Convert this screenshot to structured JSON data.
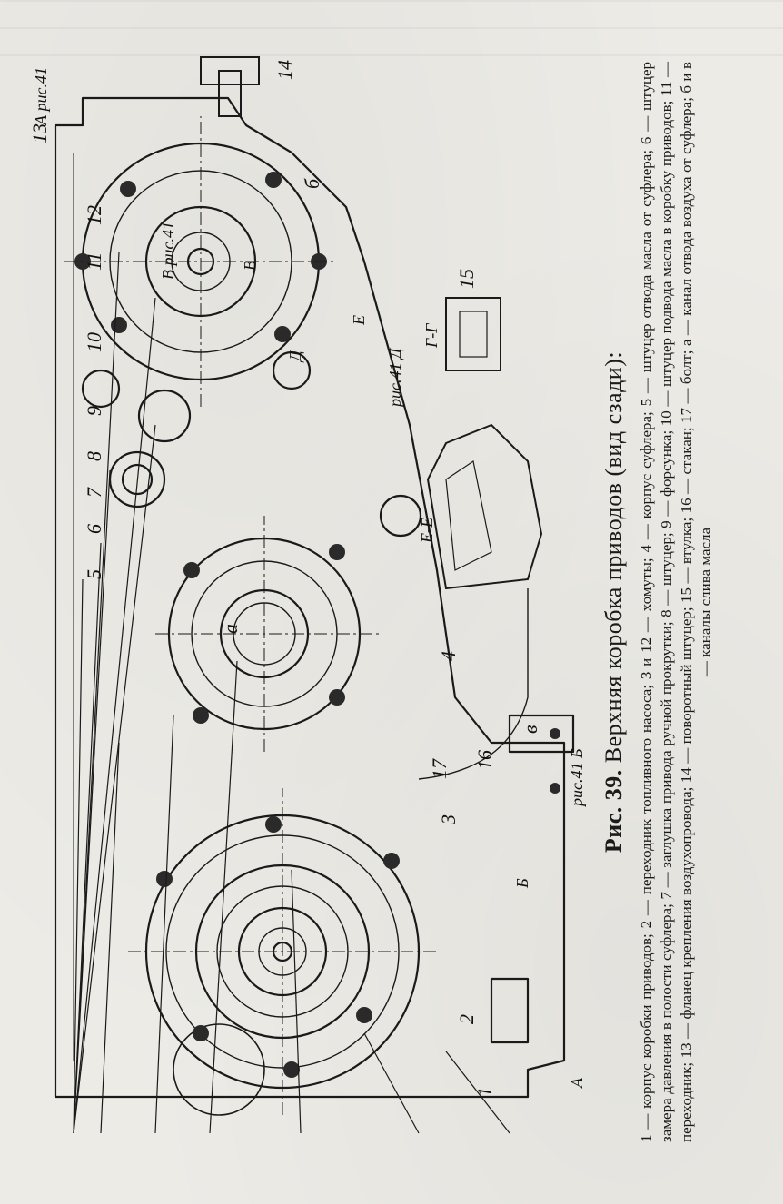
{
  "figure": {
    "caption_prefix": "Рис. 39.",
    "caption_title": "Верхняя коробка приводов (вид сзади):",
    "legend": "1 — корпус коробки приводов; 2 — переходник топливного насоса; 3 и 12 — хомуты; 4 — корпус суфлера; 5 — штуцер отвода масла от суфлера; 6 — штуцер замера давления в полости суфлера; 7 — заглушка привода ручной прокрутки; 8 — штуцер; 9 — форсунка; 10 — штуцер подвода масла в коробку приводов; 11 — переходник; 13 — фланец крепления воздухопровода; 14 — поворотный штуцер; 15 — втулка; 16 — стакан; 17 — болт; а — канал отвода воздуха от суфлера; б и в — каналы слива масла"
  },
  "callouts": {
    "n1": "1",
    "n2": "2",
    "n3": "3",
    "n4": "4",
    "n5": "5",
    "n6": "6",
    "n7": "7",
    "n8": "8",
    "n9": "9",
    "n10": "10",
    "n11": "11",
    "n12": "12",
    "n13": "13",
    "n14": "14",
    "n15": "15",
    "n16": "16",
    "n17": "17",
    "a": "а",
    "b": "б",
    "v": "в"
  },
  "section_labels": {
    "aa_ref": "А рис.41",
    "a_left": "А",
    "b_ref": "рис.41 Б",
    "b_mark": "Б",
    "v_ref": "В рис.41",
    "v_mark": "В",
    "d_ref": "рис.41 Д",
    "d_mark": "Д",
    "e_mark": "Е",
    "ee": "Е-Е",
    "gg": "Г-Г"
  }
}
